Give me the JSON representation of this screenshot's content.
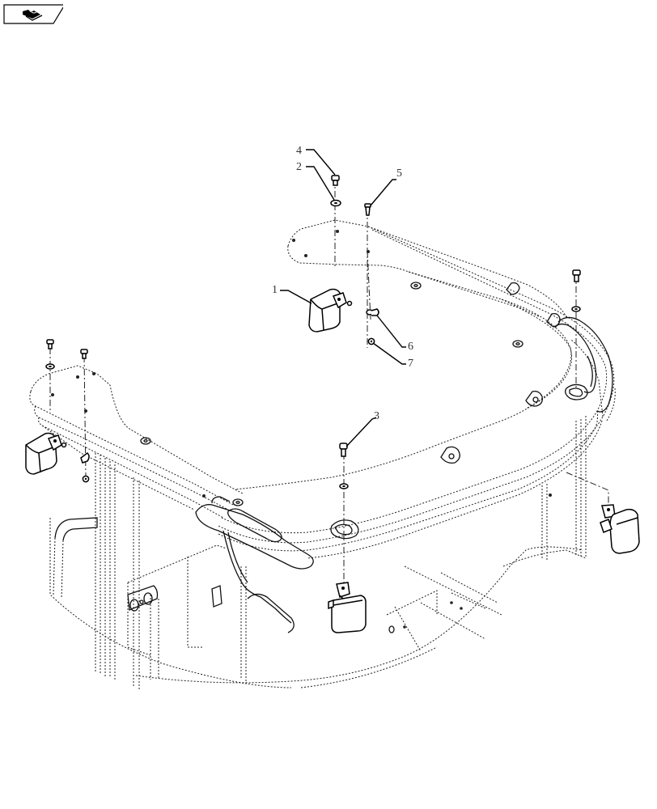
{
  "navigation": {
    "icon": "book-return-icon",
    "label": ""
  },
  "diagram": {
    "type": "exploded-parts-view",
    "subject": "Cab roof frame with work lamps",
    "callouts": [
      {
        "id": "1",
        "label": "1",
        "part": "work-lamp-upper"
      },
      {
        "id": "2",
        "label": "2",
        "part": "washer"
      },
      {
        "id": "3",
        "label": "3",
        "part": "bolt-front"
      },
      {
        "id": "4",
        "label": "4",
        "part": "bolt-upper"
      },
      {
        "id": "5",
        "label": "5",
        "part": "screw"
      },
      {
        "id": "6",
        "label": "6",
        "part": "clip"
      },
      {
        "id": "7",
        "label": "7",
        "part": "nut"
      }
    ],
    "lamps": [
      {
        "name": "work-lamp-rear-center"
      },
      {
        "name": "work-lamp-left"
      },
      {
        "name": "work-lamp-front-center"
      },
      {
        "name": "work-lamp-right"
      }
    ]
  }
}
